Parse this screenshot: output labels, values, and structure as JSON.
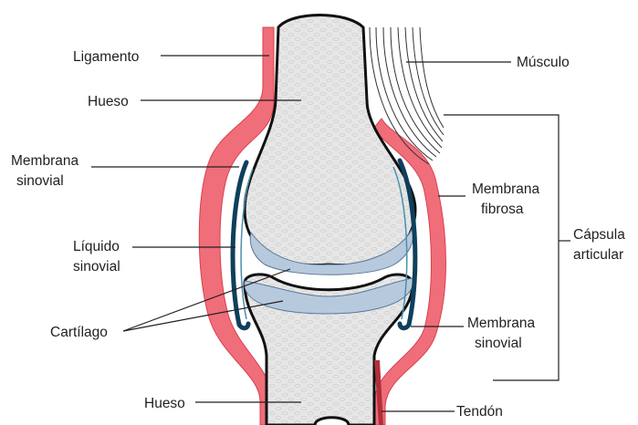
{
  "labels": {
    "ligamento": "Ligamento",
    "hueso_top": "Hueso",
    "membrana_sinovial_left_1": "Membrana",
    "membrana_sinovial_left_2": "sinovial",
    "liquido_1": "Líquido",
    "liquido_2": "sinovial",
    "cartilago": "Cartílago",
    "hueso_bottom": "Hueso",
    "musculo": "Músculo",
    "membrana_fibrosa_1": "Membrana",
    "membrana_fibrosa_2": "fibrosa",
    "capsula_1": "Cápsula",
    "capsula_2": "articular",
    "membrana_sinovial_right_1": "Membrana",
    "membrana_sinovial_right_2": "sinovial",
    "tendon": "Tendón"
  },
  "colors": {
    "capsule": "#ef6e79",
    "bone": "#e6e6e6",
    "cartilage": "#b7c9dd",
    "synovial_membrane": "#0f3f5c"
  }
}
